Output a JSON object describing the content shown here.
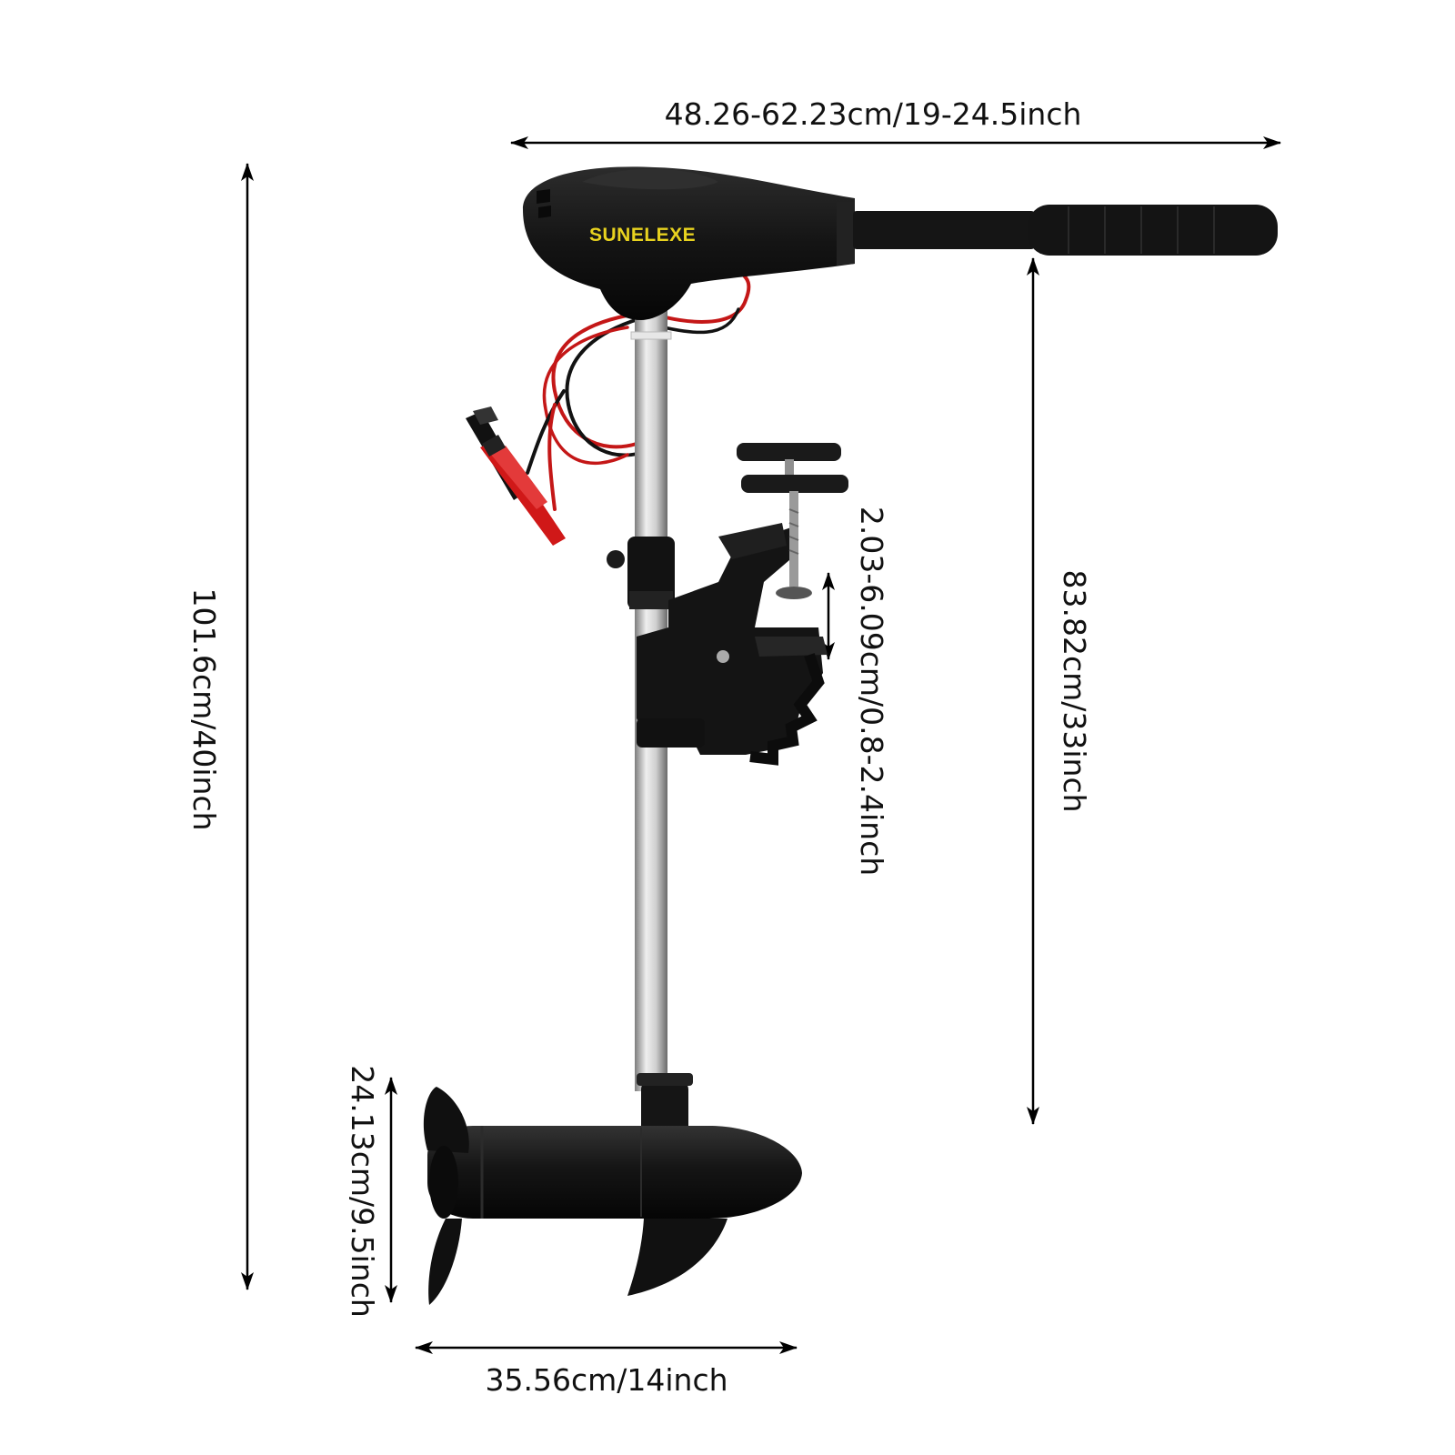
{
  "brand": {
    "logo_text": "SUNELEXE",
    "logo_color": "#e8d21f"
  },
  "dimensions": {
    "top_width": "48.26-62.23cm/19-24.5inch",
    "overall_height": "101.6cm/40inch",
    "shaft_height": "83.82cm/33inch",
    "clamp_range": "2.03-6.09cm/0.8-2.4inch",
    "motor_height": "24.13cm/9.5inch",
    "motor_length": "35.56cm/14inch"
  },
  "colors": {
    "motor_body": "#121212",
    "shaft": "#b9b9b9",
    "cable_red": "#c41717",
    "dimension_line": "#000000"
  }
}
